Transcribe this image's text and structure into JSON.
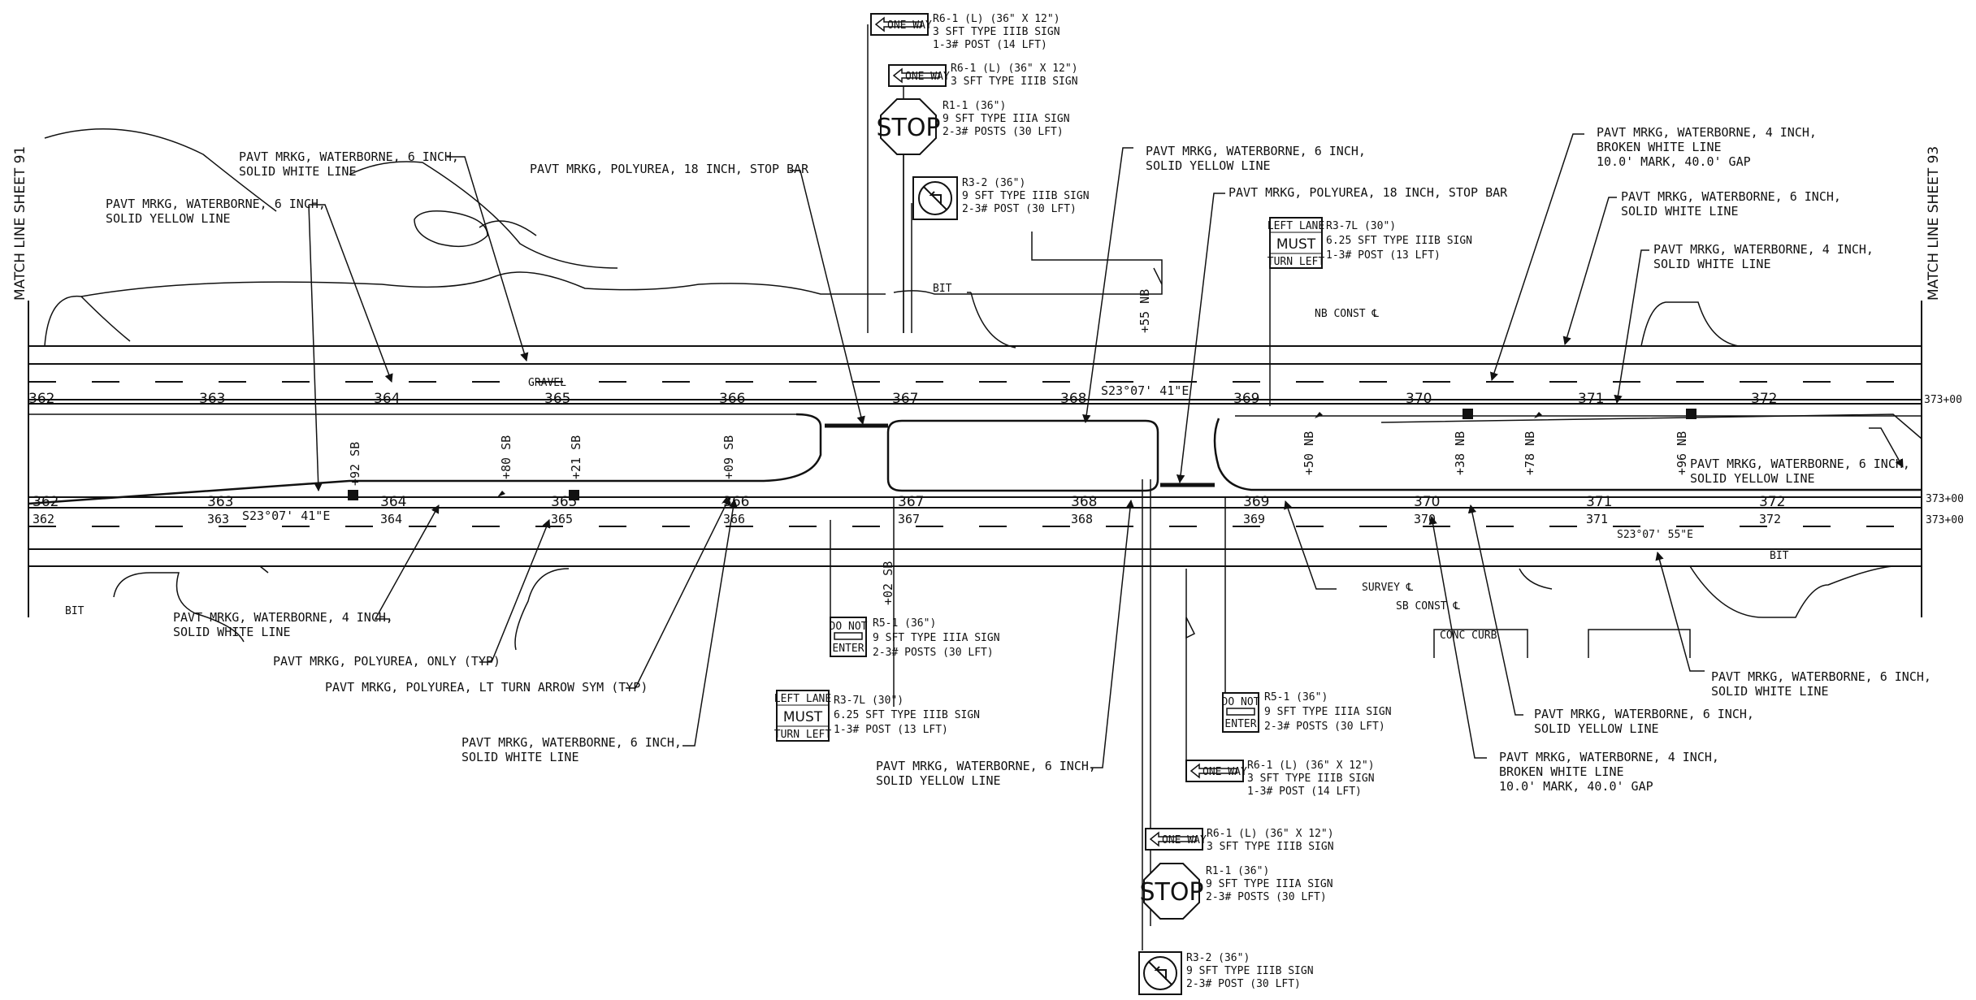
{
  "match_lines": {
    "left": "MATCH LINE SHEET 91",
    "right": "MATCH LINE SHEET 93"
  },
  "stations": {
    "nb_top": [
      "362",
      "363",
      "364",
      "365",
      "366",
      "367",
      "368",
      "369",
      "370",
      "371",
      "372"
    ],
    "mid_upper": [
      "362",
      "363",
      "364",
      "365",
      "366",
      "367",
      "368",
      "369",
      "370",
      "371",
      "372"
    ],
    "mid_lower": [
      "362",
      "363",
      "364",
      "365",
      "366",
      "367",
      "368",
      "369",
      "370",
      "371",
      "372"
    ],
    "end_labels": [
      "373+00",
      "373+00",
      "373+00"
    ]
  },
  "bearings": {
    "b1": "S23°07' 41\"E",
    "b2": "S23°07' 41\"E",
    "b3": "S23°07' 55\"E"
  },
  "station_marks": {
    "sb": [
      "+92 SB",
      "+80 SB",
      "+21 SB",
      "+09 SB",
      "+02 SB"
    ],
    "nb": [
      "+55 NB",
      "+50 NB",
      "+38 NB",
      "+78 NB",
      "+96 NB"
    ]
  },
  "small_labels": {
    "bit": "BIT",
    "gravel": "GRAVEL",
    "conc_curb": "CONC CURB",
    "nb_const": "NB CONST ℄",
    "survey": "SURVEY ℄",
    "sb_const": "SB CONST ℄"
  },
  "callouts": {
    "c1": [
      "PAVT MRKG, WATERBORNE, 6 INCH,",
      "SOLID WHITE LINE"
    ],
    "c2": [
      "PAVT MRKG, WATERBORNE, 6 INCH,",
      "SOLID YELLOW LINE"
    ],
    "c3": [
      "PAVT MRKG, POLYUREA, 18 INCH, STOP BAR"
    ],
    "c4": [
      "PAVT MRKG, WATERBORNE, 6 INCH,",
      "SOLID YELLOW LINE"
    ],
    "c5": [
      "PAVT MRKG, POLYUREA, 18 INCH, STOP BAR"
    ],
    "c6": [
      "PAVT MRKG, WATERBORNE, 4 INCH,",
      "BROKEN WHITE LINE",
      "10.0' MARK, 40.0' GAP"
    ],
    "c7": [
      "PAVT MRKG, WATERBORNE, 6 INCH,",
      "SOLID WHITE LINE"
    ],
    "c8": [
      "PAVT MRKG, WATERBORNE, 4 INCH,",
      "SOLID WHITE LINE"
    ],
    "c9": [
      "PAVT MRKG, WATERBORNE, 6 INCH,",
      "SOLID YELLOW LINE"
    ],
    "c10": [
      "PAVT MRKG, WATERBORNE, 4 INCH,",
      "SOLID WHITE LINE"
    ],
    "c11": [
      "PAVT MRKG, POLYUREA, ONLY (TYP)"
    ],
    "c12": [
      "PAVT MRKG, POLYUREA, LT TURN ARROW SYM (TYP)"
    ],
    "c13": [
      "PAVT MRKG, WATERBORNE, 6 INCH,",
      "SOLID WHITE LINE"
    ],
    "c14": [
      "PAVT MRKG, WATERBORNE, 6 INCH,",
      "SOLID YELLOW LINE"
    ],
    "c15": [
      "PAVT MRKG, WATERBORNE, 6 INCH,",
      "SOLID WHITE LINE"
    ],
    "c16": [
      "PAVT MRKG, WATERBORNE, 6 INCH,",
      "SOLID YELLOW LINE"
    ],
    "c17": [
      "PAVT MRKG, WATERBORNE, 4 INCH,",
      "BROKEN WHITE LINE",
      "10.0' MARK, 40.0' GAP"
    ]
  },
  "signs": {
    "s1": {
      "face": "ONE WAY",
      "notes": [
        "R6-1 (L) (36\" X 12\")",
        "3 SFT TYPE IIIB SIGN",
        "1-3# POST (14 LFT)"
      ]
    },
    "s2": {
      "face": "ONE WAY",
      "notes": [
        "R6-1 (L) (36\" X 12\")",
        "3 SFT TYPE IIIB SIGN"
      ]
    },
    "s3": {
      "face": "STOP",
      "notes": [
        "R1-1 (36\")",
        "9 SFT TYPE IIIA SIGN",
        "2-3# POSTS (30 LFT)"
      ]
    },
    "s4": {
      "face": "",
      "notes": [
        "R3-2 (36\")",
        "9 SFT TYPE IIIB SIGN",
        "2-3# POST (30 LFT)"
      ]
    },
    "s5": {
      "face": [
        "LEFT LANE",
        "MUST",
        "TURN LEFT"
      ],
      "notes": [
        "R3-7L (30\")",
        "6.25 SFT TYPE IIIB SIGN",
        "1-3# POST (13 LFT)"
      ]
    },
    "s6": {
      "face": [
        "DO NOT",
        "ENTER"
      ],
      "notes": [
        "R5-1 (36\")",
        "9 SFT TYPE IIIA SIGN",
        "2-3# POSTS (30 LFT)"
      ]
    },
    "s7": {
      "face": [
        "LEFT LANE",
        "MUST",
        "TURN LEFT"
      ],
      "notes": [
        "R3-7L (30\")",
        "6.25 SFT TYPE IIIB SIGN",
        "1-3# POST (13 LFT)"
      ]
    },
    "s8": {
      "face": [
        "DO NOT",
        "ENTER"
      ],
      "notes": [
        "R5-1 (36\")",
        "9 SFT TYPE IIIA SIGN",
        "2-3# POSTS (30 LFT)"
      ]
    },
    "s9": {
      "face": "ONE WAY",
      "notes": [
        "R6-1 (L) (36\" X 12\")",
        "3 SFT TYPE IIIB SIGN",
        "1-3# POST (14 LFT)"
      ]
    },
    "s10": {
      "face": "ONE WAY",
      "notes": [
        "R6-1 (L) (36\" X 12\")",
        "3 SFT TYPE IIIB SIGN"
      ]
    },
    "s11": {
      "face": "STOP",
      "notes": [
        "R1-1 (36\")",
        "9 SFT TYPE IIIA SIGN",
        "2-3# POSTS (30 LFT)"
      ]
    },
    "s12": {
      "face": "",
      "notes": [
        "R3-2 (36\")",
        "9 SFT TYPE IIIB SIGN",
        "2-3# POST (30 LFT)"
      ]
    }
  }
}
